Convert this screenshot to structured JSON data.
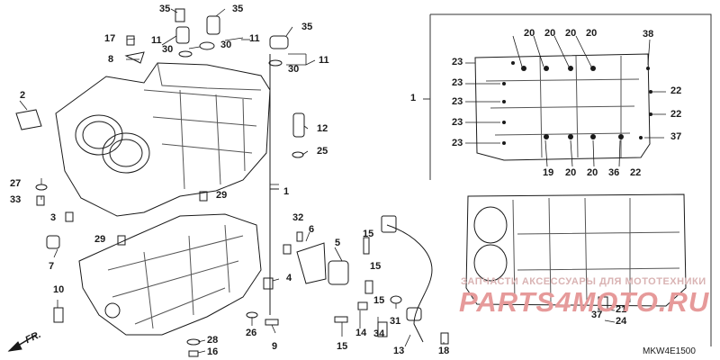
{
  "diagram": {
    "title": "",
    "part_code": "MKW4E1500",
    "direction_label": "FR.",
    "watermark_top": "ЗАПЧАСТИ АКСЕССУАРЫ ДЛЯ МОТОТЕХНИКИ",
    "watermark_logo": "PARTS4MOTO.RU",
    "callouts": {
      "c35a": "35",
      "c35b": "35",
      "c35c": "35",
      "c17": "17",
      "c11a": "11",
      "c11b": "11",
      "c11c": "11",
      "c30a": "30",
      "c30b": "30",
      "c30c": "30",
      "c8": "8",
      "c2": "2",
      "c27": "27",
      "c33": "33",
      "c3": "3",
      "c7": "7",
      "c10": "10",
      "c29a": "29",
      "c29b": "29",
      "c1a": "1",
      "c1b": "1",
      "c4": "4",
      "c12": "12",
      "c25": "25",
      "c32": "32",
      "c6": "6",
      "c5": "5",
      "c15a": "15",
      "c15b": "15",
      "c15c": "15",
      "c15d": "15",
      "c14": "14",
      "c34": "34",
      "c31": "31",
      "c13": "13",
      "c18": "18",
      "c26": "26",
      "c9": "9",
      "c28": "28",
      "c16": "16",
      "r20a": "20",
      "r20b": "20",
      "r20c": "20",
      "r20d": "20",
      "r20e": "20",
      "r20f": "20",
      "r23a": "23",
      "r23b": "23",
      "r23c": "23",
      "r23d": "23",
      "r23e": "23",
      "r38": "38",
      "r22a": "22",
      "r22b": "22",
      "r22c": "22",
      "r37a": "37",
      "r37b": "37",
      "r19": "19",
      "r36": "36",
      "r21": "21",
      "r24": "24"
    }
  }
}
